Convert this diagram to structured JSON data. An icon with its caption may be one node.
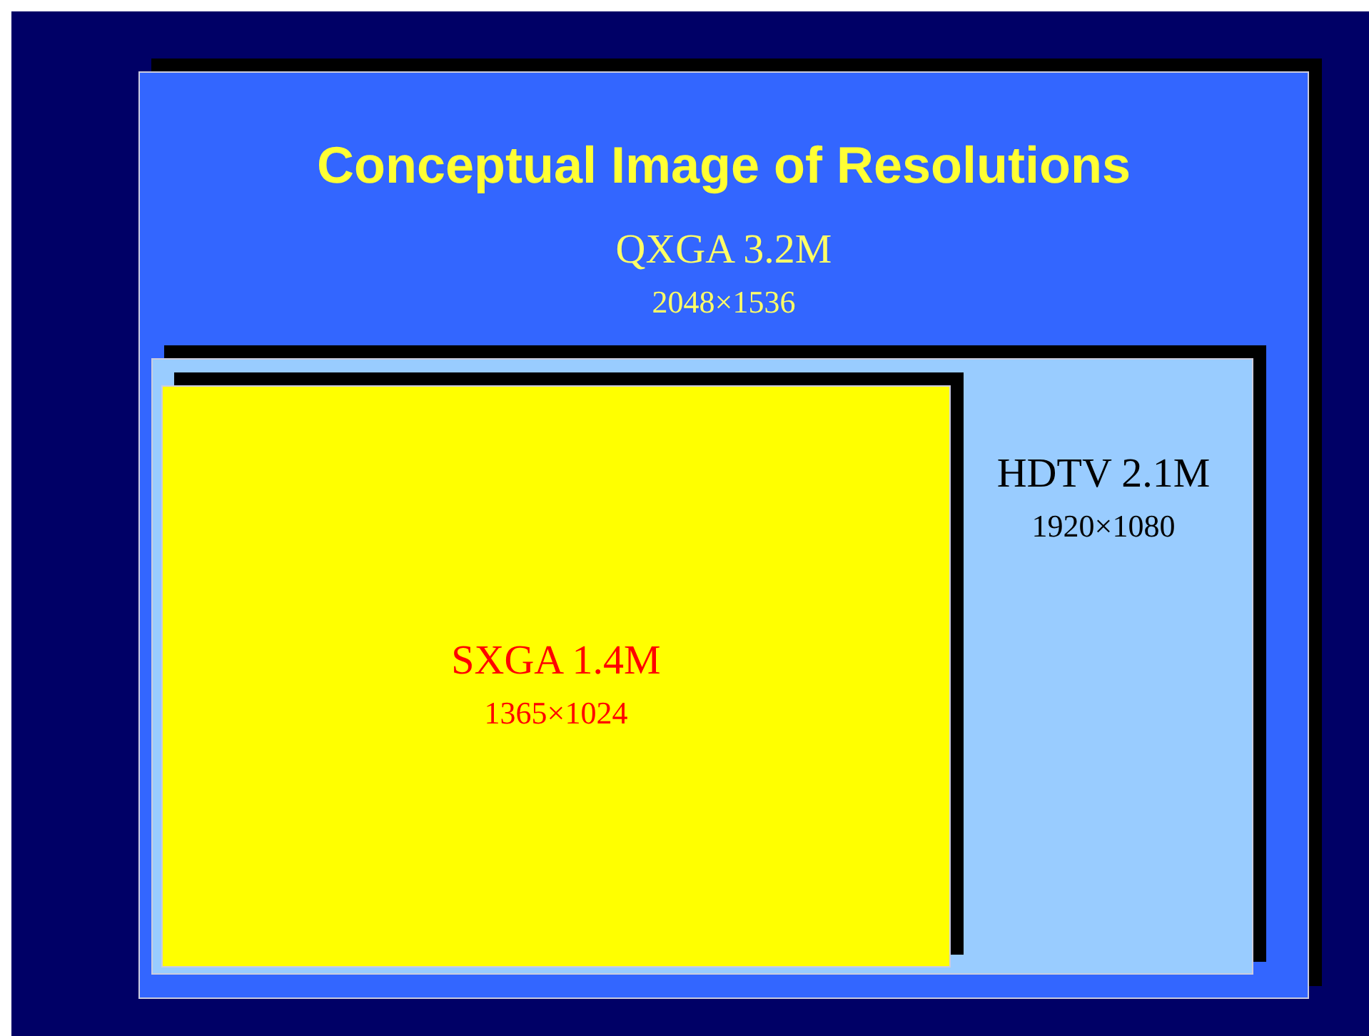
{
  "diagram": {
    "title": "Conceptual Image of Resolutions",
    "nodes": [
      {
        "text": [
          "QXGA 3.2M",
          "2048×1536"
        ]
      },
      {
        "text": [
          "HDTV 2.1M",
          "1920×1080"
        ],
        "in": 0
      },
      {
        "text": [
          "SXGA 1.4M",
          "1365×1024"
        ],
        "in": 1
      }
    ]
  }
}
